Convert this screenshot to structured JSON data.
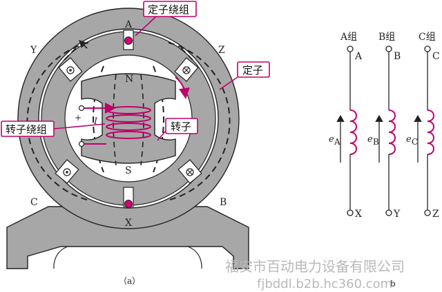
{
  "figure_a": {
    "labels": {
      "stator_winding": "定子绕组",
      "stator": "定子",
      "rotor_winding": "转子绕组",
      "rotor": "转子"
    },
    "positions": {
      "top": "A",
      "bottom": "X",
      "upper_left": "Y",
      "upper_right": "Z",
      "lower_left": "C",
      "lower_right": "B"
    },
    "poles": {
      "north": "N",
      "south": "S"
    },
    "current_symbol": "I",
    "plus_sign": "+",
    "caption": "（a）"
  },
  "figure_b": {
    "phases": [
      {
        "group_label": "A组",
        "top_terminal": "A",
        "bottom_terminal": "X",
        "emf": "e",
        "emf_sub": "A"
      },
      {
        "group_label": "B组",
        "top_terminal": "B",
        "bottom_terminal": "Y",
        "emf": "e",
        "emf_sub": "B"
      },
      {
        "group_label": "C组",
        "top_terminal": "C",
        "bottom_terminal": "Z",
        "emf": "e",
        "emf_sub": "C"
      }
    ],
    "caption": "b"
  },
  "watermark": {
    "line1": "福安市百动电力设备有限公司",
    "line2": "fjbddl.b2b.hc360.com"
  },
  "colors": {
    "accent": "#c0006b",
    "body_gray": "#a7a7a7",
    "dark": "#222222"
  }
}
